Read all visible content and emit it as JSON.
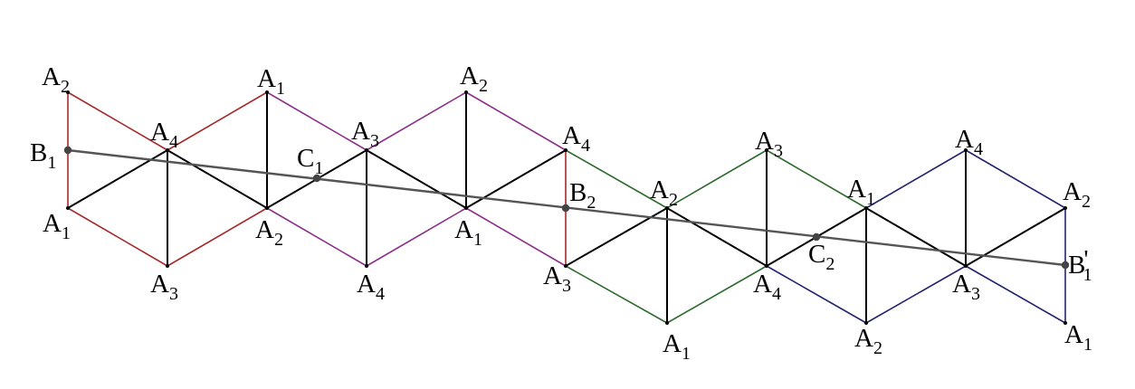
{
  "colors": {
    "red": "#a52a2a",
    "purple": "#8b2f8b",
    "green": "#2e6b2e",
    "navy": "#23236e",
    "black": "#000000",
    "path_line": "#555555",
    "point": "#444444"
  },
  "points": [
    {
      "id": "p1",
      "label": {
        "main": "A",
        "sub": "2",
        "prime": ""
      }
    },
    {
      "id": "p2",
      "label": {
        "main": "B",
        "sub": "1",
        "prime": ""
      }
    },
    {
      "id": "p3",
      "label": {
        "main": "A",
        "sub": "1",
        "prime": ""
      }
    },
    {
      "id": "p4",
      "label": {
        "main": "A",
        "sub": "4",
        "prime": ""
      }
    },
    {
      "id": "p5",
      "label": {
        "main": "A",
        "sub": "3",
        "prime": ""
      }
    },
    {
      "id": "p6",
      "label": {
        "main": "A",
        "sub": "1",
        "prime": ""
      }
    },
    {
      "id": "p7",
      "label": {
        "main": "A",
        "sub": "2",
        "prime": ""
      }
    },
    {
      "id": "p8",
      "label": {
        "main": "C",
        "sub": "1",
        "prime": ""
      }
    },
    {
      "id": "p9",
      "label": {
        "main": "A",
        "sub": "3",
        "prime": ""
      }
    },
    {
      "id": "p10",
      "label": {
        "main": "A",
        "sub": "4",
        "prime": ""
      }
    },
    {
      "id": "p11",
      "label": {
        "main": "A",
        "sub": "2",
        "prime": ""
      }
    },
    {
      "id": "p12",
      "label": {
        "main": "A",
        "sub": "1",
        "prime": ""
      }
    },
    {
      "id": "p13",
      "label": {
        "main": "A",
        "sub": "4",
        "prime": ""
      }
    },
    {
      "id": "p14",
      "label": {
        "main": "B",
        "sub": "2",
        "prime": ""
      }
    },
    {
      "id": "p15",
      "label": {
        "main": "A",
        "sub": "3",
        "prime": ""
      }
    },
    {
      "id": "p16",
      "label": {
        "main": "A",
        "sub": "2",
        "prime": ""
      }
    },
    {
      "id": "p17",
      "label": {
        "main": "A",
        "sub": "1",
        "prime": ""
      }
    },
    {
      "id": "p18",
      "label": {
        "main": "A",
        "sub": "3",
        "prime": ""
      }
    },
    {
      "id": "p19",
      "label": {
        "main": "A",
        "sub": "4",
        "prime": ""
      }
    },
    {
      "id": "p20",
      "label": {
        "main": "C",
        "sub": "2",
        "prime": ""
      }
    },
    {
      "id": "p21",
      "label": {
        "main": "A",
        "sub": "1",
        "prime": ""
      }
    },
    {
      "id": "p22",
      "label": {
        "main": "A",
        "sub": "2",
        "prime": ""
      }
    },
    {
      "id": "p23",
      "label": {
        "main": "A",
        "sub": "4",
        "prime": ""
      }
    },
    {
      "id": "p24",
      "label": {
        "main": "A",
        "sub": "3",
        "prime": ""
      }
    },
    {
      "id": "p25",
      "label": {
        "main": "A",
        "sub": "2",
        "prime": ""
      }
    },
    {
      "id": "p26",
      "label": {
        "main": "B",
        "sub": "1",
        "prime": "'"
      }
    },
    {
      "id": "p27",
      "label": {
        "main": "A",
        "sub": "1",
        "prime": ""
      }
    }
  ]
}
